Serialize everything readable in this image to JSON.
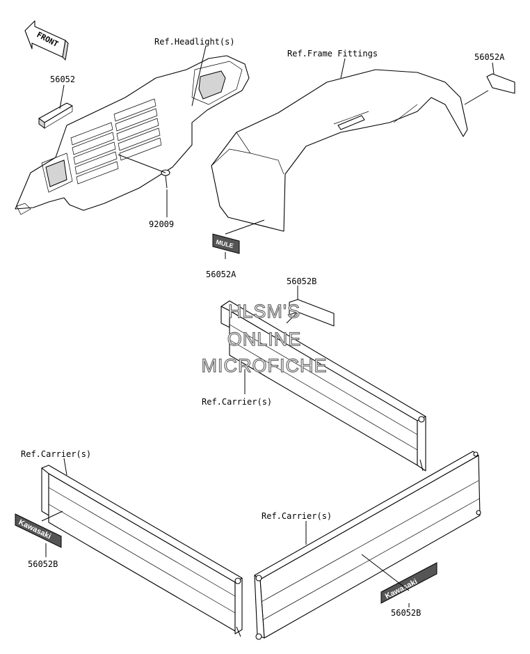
{
  "front_arrow": {
    "label": "FRONT"
  },
  "callouts": {
    "headlight_ref": "Ref.Headlight(s)",
    "frame_fittings_ref": "Ref.Frame Fittings",
    "part_56052_top": "56052",
    "part_56052a_right": "56052A",
    "part_92009": "92009",
    "part_56052a_emblem": "56052A",
    "part_56052b_plate": "56052B",
    "carrier_ref_center": "Ref.Carrier(s)",
    "carrier_ref_left": "Ref.Carrier(s)",
    "carrier_ref_right": "Ref.Carrier(s)",
    "part_56052b_left": "56052B",
    "part_56052b_right": "56052B"
  },
  "emblems": {
    "mule": "MULE",
    "kawasaki_left": "Kawasaki",
    "kawasaki_right": "Kawasaki"
  },
  "watermark": {
    "line1": "HLSM'S",
    "line2": "ONLINE",
    "line3": "MICROFICHE"
  }
}
